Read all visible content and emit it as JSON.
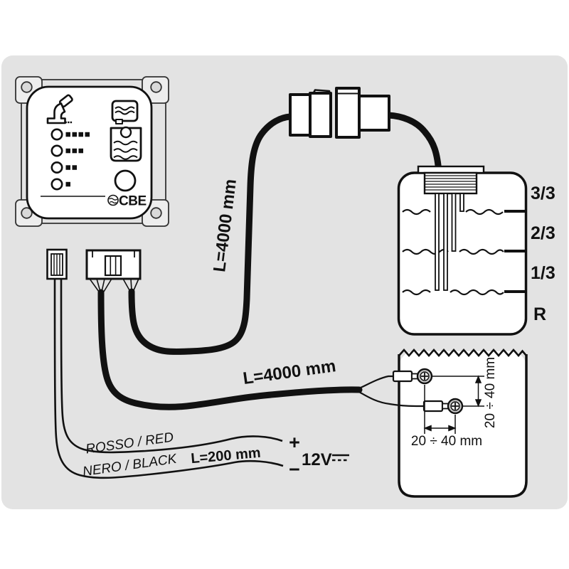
{
  "colors": {
    "canvas": "#e3e3e3",
    "line": "#111111",
    "screw": "#c9c9c9"
  },
  "panel": {
    "logo_text": "CBE",
    "led_rows": [
      4,
      3,
      2,
      1
    ]
  },
  "labels": {
    "tank_cable": "L=4000 mm",
    "probe_cable": "L=4000 mm",
    "power_cable": "L=200 mm",
    "red_wire": "ROSSO / RED",
    "black_wire": "NERO / BLACK",
    "plus": "+",
    "minus": "−",
    "voltage": "12V"
  },
  "tank": {
    "levels": [
      "3/3",
      "2/3",
      "1/3",
      "R"
    ]
  },
  "detail": {
    "vertical_dim": "20 ÷ 40 mm",
    "horizontal_dim": "20 ÷ 40 mm"
  }
}
